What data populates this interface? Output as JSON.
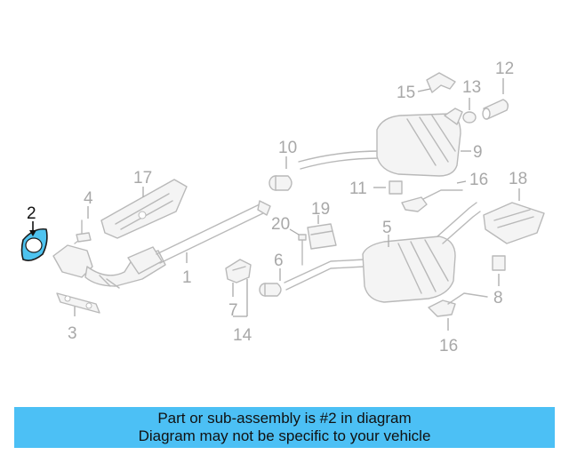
{
  "callouts": {
    "c1": "1",
    "c2": "2",
    "c3": "3",
    "c4": "4",
    "c5": "5",
    "c6": "6",
    "c7": "7",
    "c8": "8",
    "c9": "9",
    "c10": "10",
    "c11": "11",
    "c12": "12",
    "c13": "13",
    "c14": "14",
    "c15": "15",
    "c16a": "16",
    "c16b": "16",
    "c17": "17",
    "c18": "18",
    "c19": "19",
    "c20": "20"
  },
  "highlight": {
    "part_number": "2",
    "color": "#4ec3ef"
  },
  "banner": {
    "line1": "Part or sub-assembly is #2 in diagram",
    "line2": "Diagram may not be specific to your vehicle",
    "background": "#4cc0f5"
  }
}
